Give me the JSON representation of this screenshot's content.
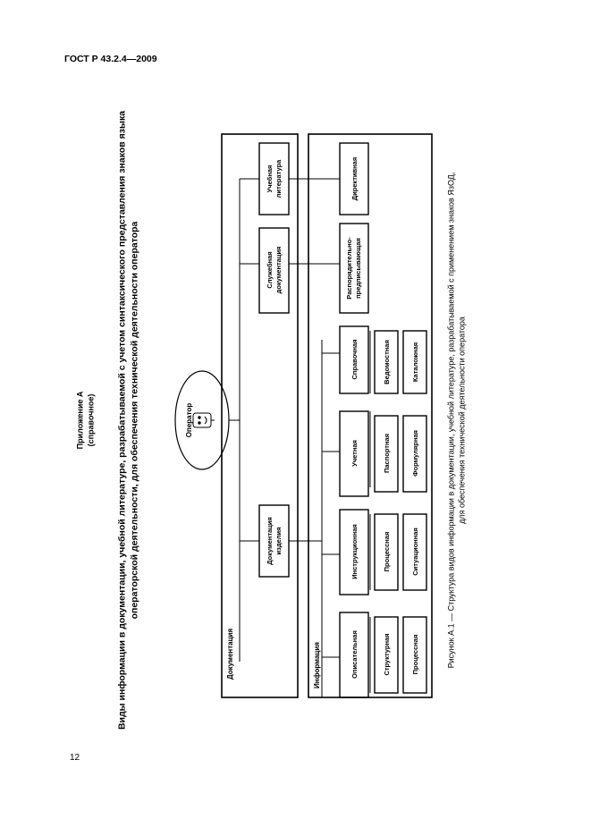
{
  "header": {
    "standard_code": "ГОСТ Р 43.2.4—2009"
  },
  "appendix": {
    "title": "Приложение А",
    "subtitle": "(справочное)"
  },
  "heading": {
    "line1": "Виды информации в документации, учебной литературе, разрабатываемой с учетом синтаксического представления знаков языка",
    "line2": "операторской деятельности, для обеспечения технической деятельности оператора"
  },
  "diagram": {
    "operator_label": "Оператор",
    "documentation_group_label": "Документация",
    "information_group_label": "Информация",
    "doc_boxes": {
      "product_docs": [
        "Документация",
        "изделия"
      ],
      "service_docs": [
        "Служебная",
        "документация"
      ],
      "educational_lit": [
        "Учебная",
        "литература"
      ]
    },
    "info_boxes": {
      "descriptive": "Описательная",
      "structural": "Структурная",
      "procedural": "Процессная",
      "instructional": "Инструкционная",
      "process": "Процессная",
      "situational": "Ситуационная",
      "accounting": "Учетная",
      "passport": "Паспортная",
      "form": "Формулярная",
      "reference": "Справочная",
      "statement": "Ведомостная",
      "catalog": "Каталожная",
      "directive_informative": [
        "Распорядительно-",
        "предписывающая"
      ],
      "directive": "Директивная"
    }
  },
  "caption": {
    "line1": "Рисунок А.1 — Структура видов информации в документации, учебной литературе, разрабатываемой с применением знаков ЯзОД,",
    "line2": "для обеспечения технической деятельности оператора"
  },
  "footer": {
    "page_number": "12"
  }
}
